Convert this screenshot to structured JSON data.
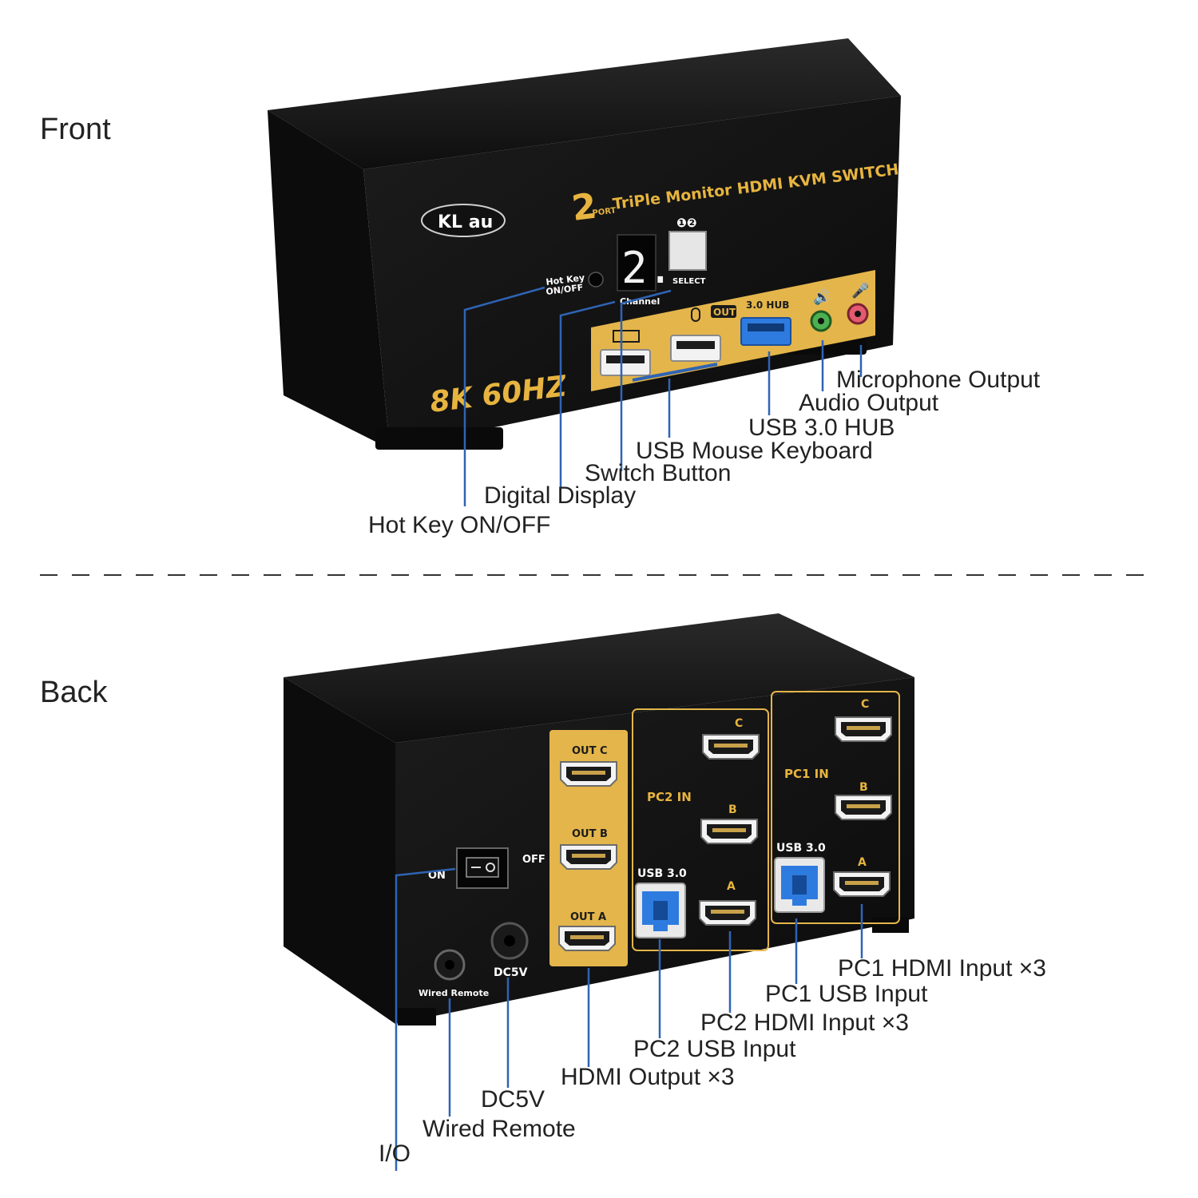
{
  "sections": {
    "front_title": "Front",
    "back_title": "Back"
  },
  "colors": {
    "body": "#141414",
    "gold": "#e7b43f",
    "panel": "#e4b54a",
    "usb3": "#2e7be0",
    "leader": "#2f64b5",
    "audio_green": "#4caf50",
    "mic_pink": "#e35b6f"
  },
  "front_device": {
    "brand": "KL au",
    "product_title": "TriPle Monitor HDMI KVM SWITCH",
    "port_count": "2",
    "port_word": "PORT",
    "resolution_badge": "8K 60HZ",
    "hotkey_label_1": "Hot Key",
    "hotkey_label_2": "ON/OFF",
    "display_digit": "2.",
    "channel_label": "Channel",
    "select_label": "SELECT",
    "select_numbers": "❶❷",
    "out_badge": "OUT",
    "hub_label": "3.0 HUB"
  },
  "front_callouts": {
    "microphone": "Microphone Output",
    "audio": "Audio Output",
    "usb_hub": "USB 3.0 HUB",
    "mouse_keyboard": "USB Mouse Keyboard",
    "switch_button": "Switch Button",
    "digital_display": "Digital Display",
    "hot_key": "Hot Key ON/OFF"
  },
  "back_device": {
    "out_c": "OUT C",
    "out_b": "OUT B",
    "out_a": "OUT A",
    "pc2_in": "PC2 IN",
    "pc1_in": "PC1 IN",
    "usb3_left": "USB 3.0",
    "usb3_right": "USB 3.0",
    "port_c": "C",
    "port_b": "B",
    "port_a": "A",
    "on_label": "ON",
    "off_label": "OFF",
    "wired_remote_label": "Wired Remote",
    "dc_label": "DC5V"
  },
  "back_callouts": {
    "pc1_hdmi": "PC1 HDMI Input ×3",
    "pc1_usb": "PC1 USB Input",
    "pc2_hdmi": "PC2 HDMI Input ×3",
    "pc2_usb": "PC2 USB Input",
    "hdmi_output": "HDMI Output ×3",
    "dc5v": "DC5V",
    "wired_remote": "Wired Remote",
    "io": "I/O"
  }
}
